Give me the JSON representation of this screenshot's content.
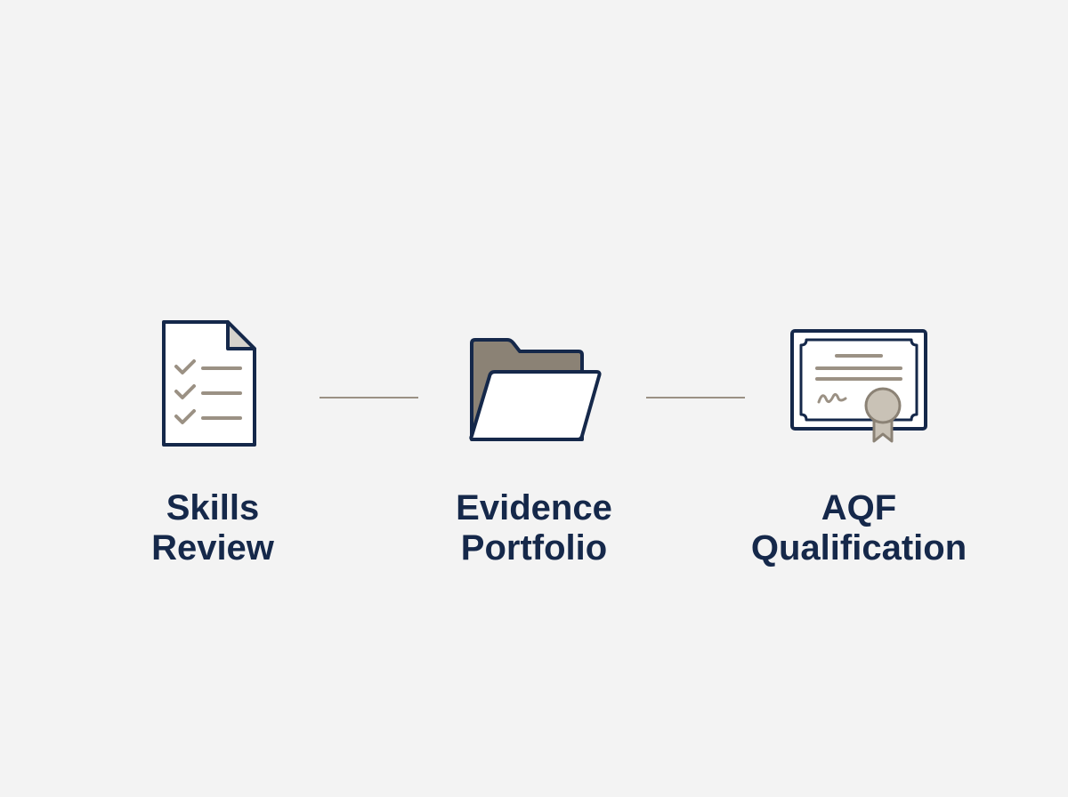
{
  "steps": [
    {
      "icon": "checklist-document-icon",
      "label_lines": [
        "Skills",
        "Review"
      ]
    },
    {
      "icon": "open-folder-icon",
      "label_lines": [
        "Evidence",
        "Portfolio"
      ]
    },
    {
      "icon": "certificate-ribbon-icon",
      "label_lines": [
        "AQF",
        "Qualification"
      ]
    }
  ],
  "colors": {
    "background": "#f3f3f3",
    "navy": "#15284a",
    "taupe": "#9b9184",
    "taupe_dark": "#8b8275",
    "seal": "#c9c2b6"
  }
}
